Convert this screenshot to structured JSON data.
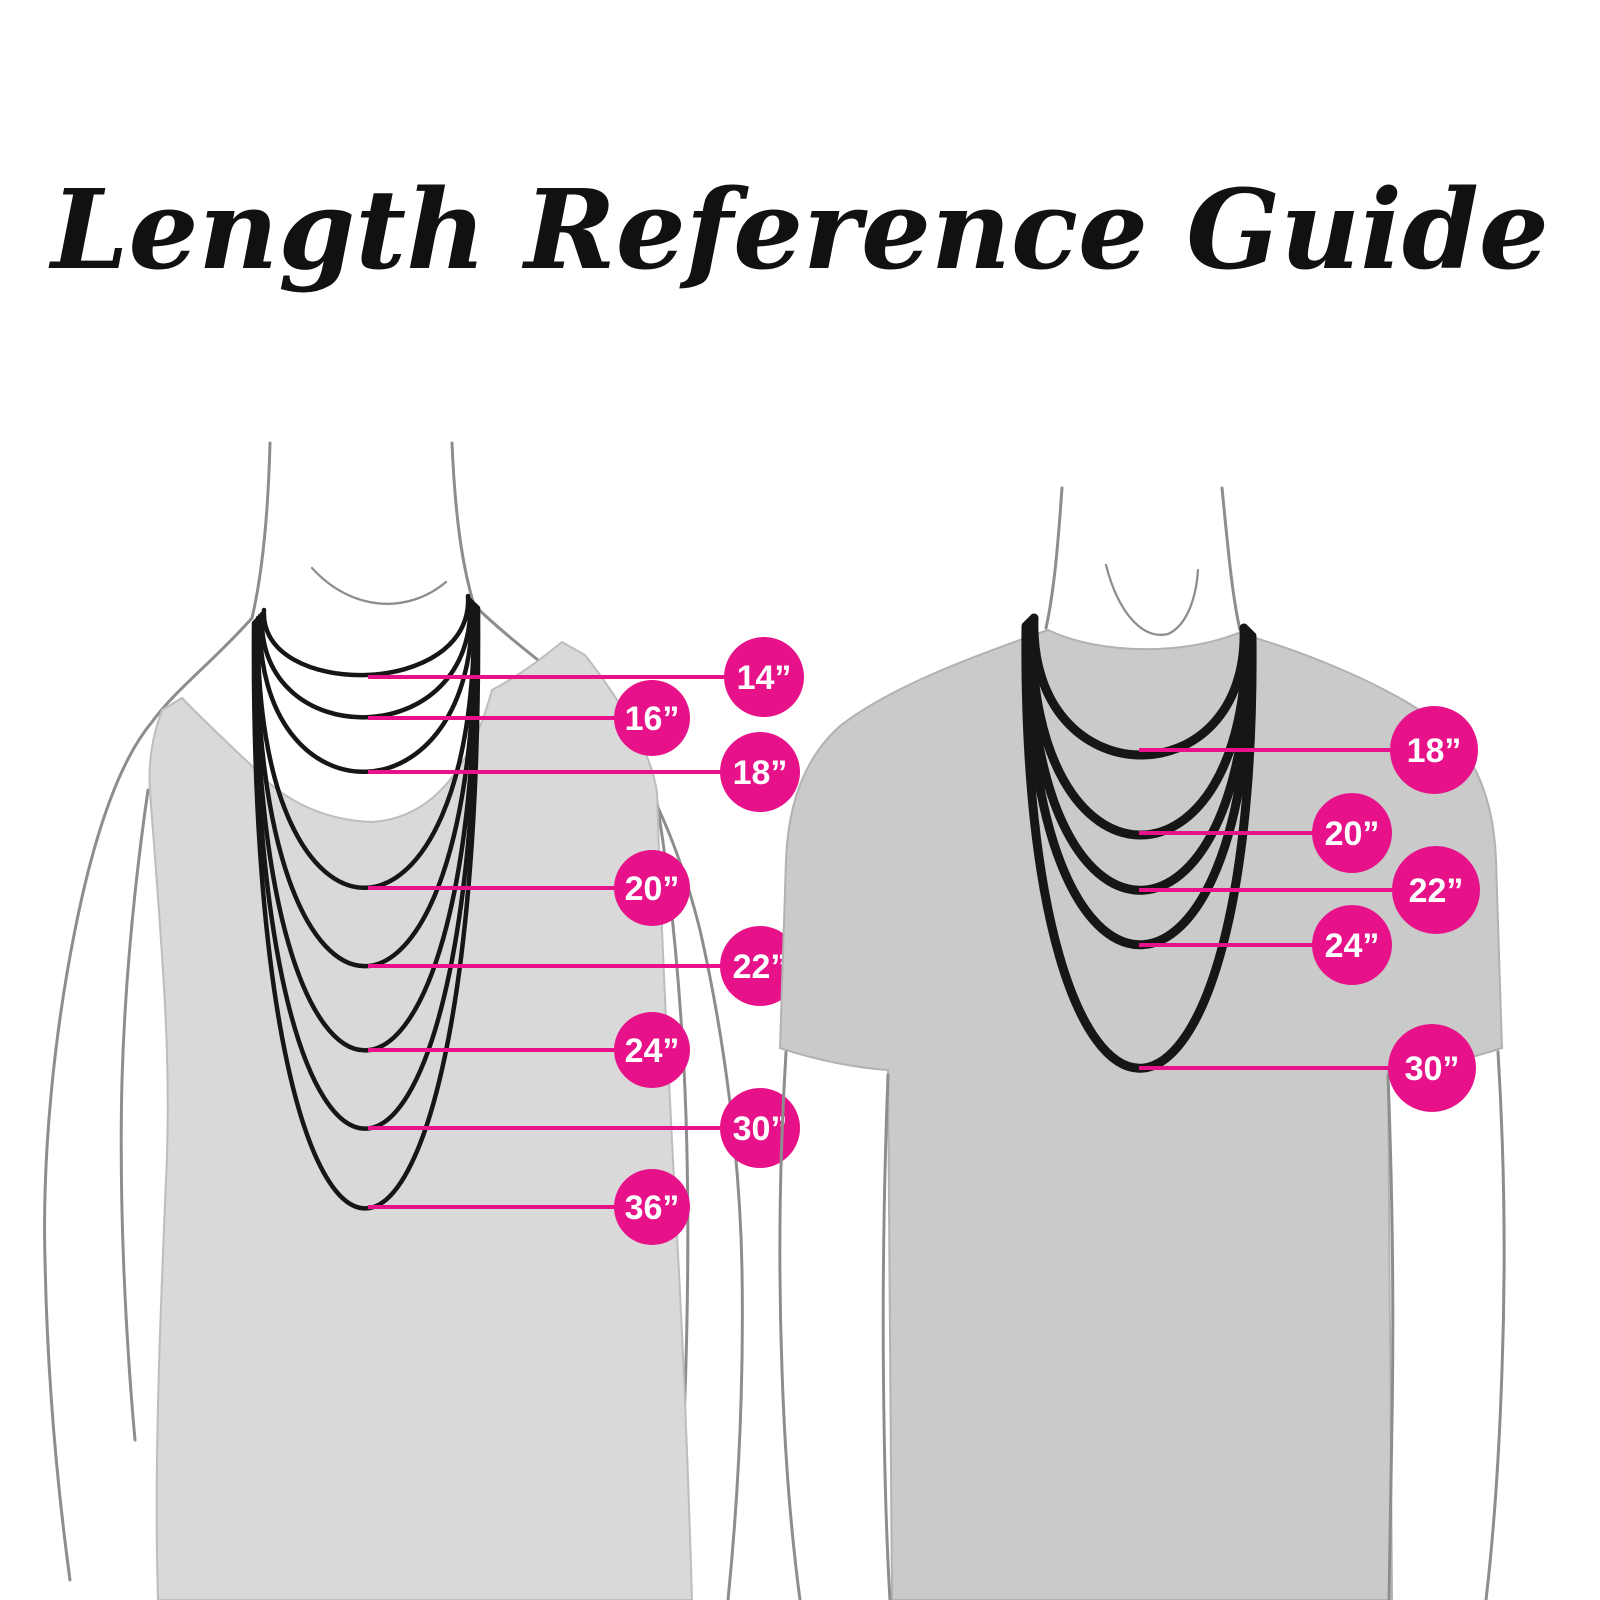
{
  "title": "Length Reference Guide",
  "colors": {
    "accent": "#e7128a",
    "garment_women": "#d9d9d9",
    "garment_men": "#cacaca",
    "outline": "#8d8d8d",
    "necklace": "#161616"
  },
  "figures": [
    {
      "name": "women",
      "labels": [
        {
          "inches": 14,
          "text": "14”"
        },
        {
          "inches": 16,
          "text": "16”"
        },
        {
          "inches": 18,
          "text": "18”"
        },
        {
          "inches": 20,
          "text": "20”"
        },
        {
          "inches": 22,
          "text": "22”"
        },
        {
          "inches": 24,
          "text": "24”"
        },
        {
          "inches": 30,
          "text": "30”"
        },
        {
          "inches": 36,
          "text": "36”"
        }
      ]
    },
    {
      "name": "men",
      "labels": [
        {
          "inches": 18,
          "text": "18”"
        },
        {
          "inches": 20,
          "text": "20”"
        },
        {
          "inches": 22,
          "text": "22”"
        },
        {
          "inches": 24,
          "text": "24”"
        },
        {
          "inches": 30,
          "text": "30”"
        }
      ]
    }
  ]
}
